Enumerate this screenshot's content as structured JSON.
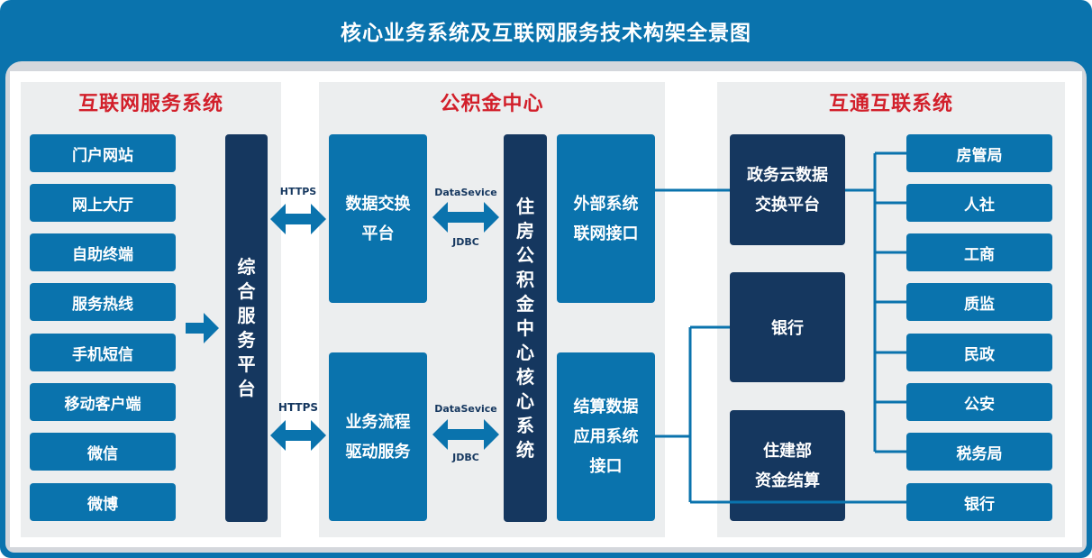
{
  "title": "核心业务系统及互联网服务技术构架全景图",
  "panels": {
    "left": "互联网服务系统",
    "center": "公积金中心",
    "right": "互通互联系统"
  },
  "channels": [
    "门户网站",
    "网上大厅",
    "自助终端",
    "服务热线",
    "手机短信",
    "移动客户端",
    "微信",
    "微博"
  ],
  "service_platform": [
    "综",
    "合",
    "服",
    "务",
    "平",
    "台"
  ],
  "center": {
    "exchange": "数据交换\n平台",
    "workflow": "业务流程\n驱动服务",
    "core": [
      "住",
      "房",
      "公",
      "积",
      "金",
      "中",
      "心",
      "核",
      "心",
      "系",
      "统"
    ],
    "external": "外部系统\n联网接口",
    "settlement": "结算数据\n应用系统\n接口"
  },
  "protocols": {
    "https_top": "HTTPS",
    "https_bottom": "HTTPS",
    "ds_top": "DataSevice",
    "jdbc_top": "JDBC",
    "ds_bottom": "DataSevice",
    "jdbc_bottom": "JDBC"
  },
  "right": {
    "gov_cloud": "政务云数据\n交换平台",
    "bank": "银行",
    "housing": "住建部\n资金结算"
  },
  "agencies": [
    "房管局",
    "人社",
    "工商",
    "质监",
    "民政",
    "公安",
    "税务局",
    "银行"
  ],
  "colors": {
    "frame": "#0a73ad",
    "light_box": "#0a73ad",
    "dark_box": "#15375f",
    "panel_title": "#d21f2a",
    "panel_bg": "#eceeef"
  }
}
